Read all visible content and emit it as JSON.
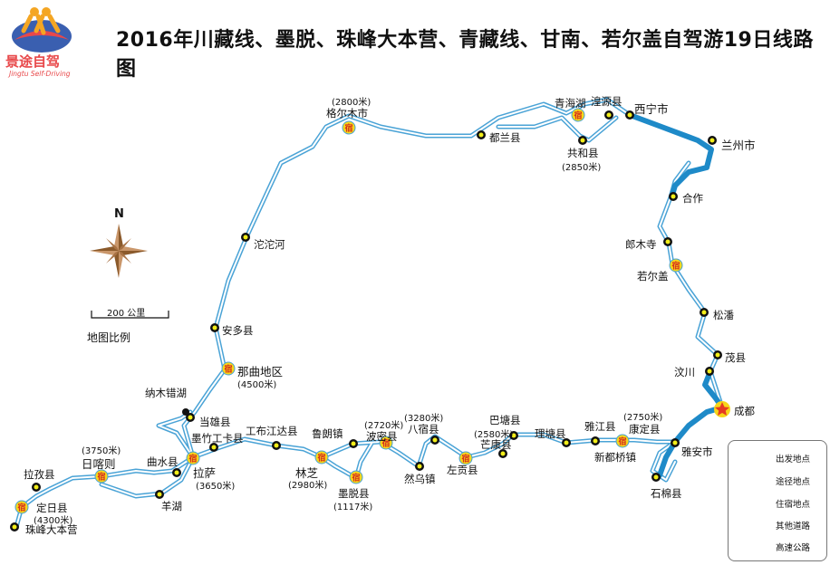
{
  "title": "2016年川藏线、墨脱、珠峰大本营、青藏线、甘南、若尔盖自驾游19日线路图",
  "logo": {
    "name": "景途自驾",
    "subtitle": "Jingtu Self-Driving"
  },
  "compass": {
    "north": "N"
  },
  "scale": {
    "text": "200 公里",
    "caption": "地图比例"
  },
  "places": [
    {
      "name": "格尔木市",
      "altitude": "(2800米)",
      "type": "stay"
    },
    {
      "name": "都兰县",
      "type": "waypoint"
    },
    {
      "name": "青海湖",
      "type": "stay"
    },
    {
      "name": "湟源县",
      "type": "waypoint"
    },
    {
      "name": "西宁市",
      "type": "waypoint"
    },
    {
      "name": "共和县",
      "altitude": "(2850米)",
      "type": "waypoint"
    },
    {
      "name": "兰州市",
      "type": "waypoint"
    },
    {
      "name": "合作",
      "type": "waypoint"
    },
    {
      "name": "沱沱河",
      "type": "waypoint"
    },
    {
      "name": "郎木寺",
      "type": "waypoint"
    },
    {
      "name": "若尔盖",
      "type": "stay"
    },
    {
      "name": "松潘",
      "type": "waypoint"
    },
    {
      "name": "安多县",
      "type": "waypoint"
    },
    {
      "name": "茂县",
      "type": "waypoint"
    },
    {
      "name": "汶川",
      "type": "waypoint"
    },
    {
      "name": "那曲地区",
      "altitude": "(4500米)",
      "type": "stay"
    },
    {
      "name": "成都",
      "type": "start"
    },
    {
      "name": "纳木错湖",
      "type": "waypoint"
    },
    {
      "name": "当雄县",
      "type": "waypoint"
    },
    {
      "name": "工布江达县",
      "type": "waypoint"
    },
    {
      "name": "鲁朗镇",
      "type": "waypoint"
    },
    {
      "name": "八宿县",
      "altitude": "(3280米)",
      "type": "waypoint"
    },
    {
      "name": "巴塘县",
      "type": "waypoint"
    },
    {
      "name": "雅江县",
      "type": "waypoint"
    },
    {
      "name": "康定县",
      "altitude": "(2750米)",
      "type": "waypoint"
    },
    {
      "name": "墨竹工卡县",
      "type": "waypoint"
    },
    {
      "name": "波密县",
      "altitude": "(2720米)",
      "type": "stay"
    },
    {
      "name": "芒康县",
      "altitude": "(2580米)",
      "type": "waypoint"
    },
    {
      "name": "理塘县",
      "type": "waypoint"
    },
    {
      "name": "新都桥镇",
      "type": "stay"
    },
    {
      "name": "雅安市",
      "type": "waypoint"
    },
    {
      "name": "日喀则",
      "altitude": "(3750米)",
      "type": "stay"
    },
    {
      "name": "曲水县",
      "type": "waypoint"
    },
    {
      "name": "拉萨",
      "altitude": "(3650米)",
      "type": "stay"
    },
    {
      "name": "林芝",
      "altitude": "(2980米)",
      "type": "stay"
    },
    {
      "name": "然乌镇",
      "type": "waypoint"
    },
    {
      "name": "左贡县",
      "type": "stay"
    },
    {
      "name": "拉孜县",
      "type": "waypoint"
    },
    {
      "name": "墨脱县",
      "altitude": "(1117米)",
      "type": "stay"
    },
    {
      "name": "石棉县",
      "type": "waypoint"
    },
    {
      "name": "羊湖",
      "type": "waypoint"
    },
    {
      "name": "定日县",
      "altitude": "(4300米)",
      "type": "stay"
    },
    {
      "name": "珠峰大本营",
      "type": "waypoint"
    }
  ],
  "stay_mark": "宿",
  "legend": {
    "start": "出发地点",
    "waypoint": "途径地点",
    "stay": "住宿地点",
    "other_road": "其他道路",
    "highway": "高速公路"
  },
  "colors": {
    "road": "#4aa3d6",
    "highway": "#1e8ac8",
    "dot": "#f2ee1a",
    "stay": "#f7d619",
    "start": "#e53a22"
  }
}
